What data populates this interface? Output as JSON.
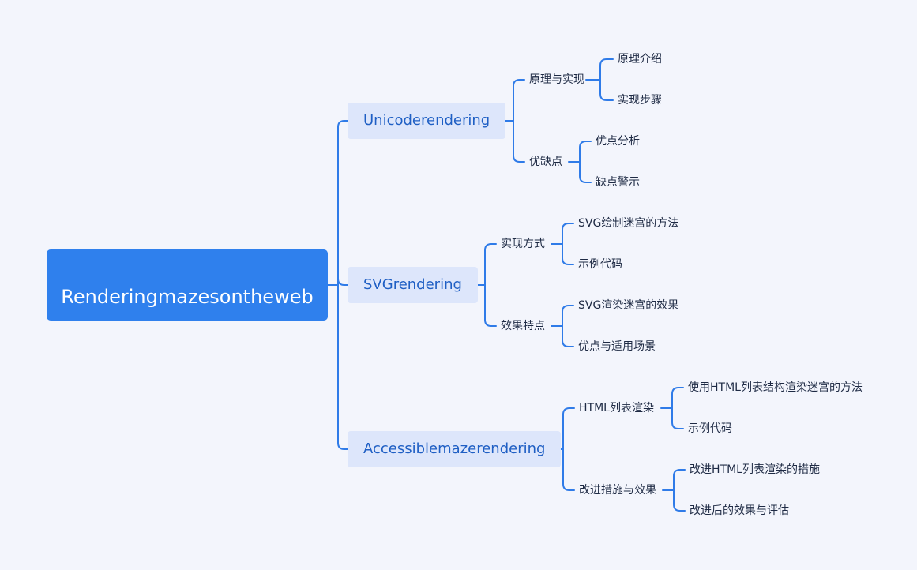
{
  "mindmap": {
    "root": {
      "label": "Renderingmazesontheweb"
    },
    "branches": [
      {
        "label": "Unicoderendering",
        "children": [
          {
            "label": "原理与实现",
            "children": [
              {
                "label": "原理介绍"
              },
              {
                "label": "实现步骤"
              }
            ]
          },
          {
            "label": "优缺点",
            "children": [
              {
                "label": "优点分析"
              },
              {
                "label": "缺点警示"
              }
            ]
          }
        ]
      },
      {
        "label": "SVGrendering",
        "children": [
          {
            "label": "实现方式",
            "children": [
              {
                "label": "SVG绘制迷宫的方法"
              },
              {
                "label": "示例代码"
              }
            ]
          },
          {
            "label": "效果特点",
            "children": [
              {
                "label": "SVG渲染迷宫的效果"
              },
              {
                "label": "优点与适用场景"
              }
            ]
          }
        ]
      },
      {
        "label": "Accessiblemazerendering",
        "children": [
          {
            "label": "HTML列表渲染",
            "children": [
              {
                "label": "使用HTML列表结构渲染迷宫的方法"
              },
              {
                "label": "示例代码"
              }
            ]
          },
          {
            "label": "改进措施与效果",
            "children": [
              {
                "label": "改进HTML列表渲染的措施"
              },
              {
                "label": "改进后的效果与评估"
              }
            ]
          }
        ]
      }
    ],
    "colors": {
      "background": "#f3f5fc",
      "connector": "#2f7be8",
      "root_fill": "#2f80ed",
      "branch_fill": "#dde6fb",
      "branch_text": "#1f5fc4"
    }
  }
}
